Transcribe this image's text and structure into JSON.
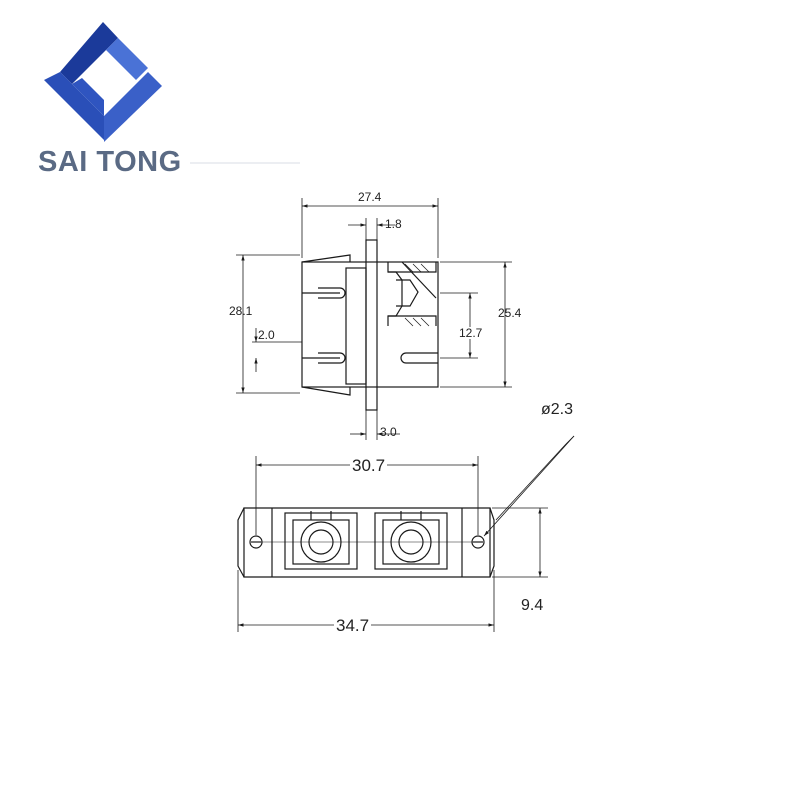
{
  "brand": {
    "name": "SAI TONG",
    "logo_icon": "saitong-chevron-logo",
    "logo_color_dark": "#1b3a9a",
    "logo_color_light": "#4a72d6"
  },
  "side_view": {
    "width_overall": "27.4",
    "flange_thickness": "1.8",
    "height_left": "28.1",
    "height_right": "25.4",
    "pin_offset": "2.0",
    "center_offset": "12.7",
    "flange_gap": "3.0"
  },
  "front_view": {
    "hole_spacing": "30.7",
    "overall_length": "34.7",
    "height": "9.4",
    "hole_diameter": "ø2.3"
  },
  "colors": {
    "line": "#1a1a1a",
    "text": "#222222",
    "brand_text": "#5a6a84"
  }
}
